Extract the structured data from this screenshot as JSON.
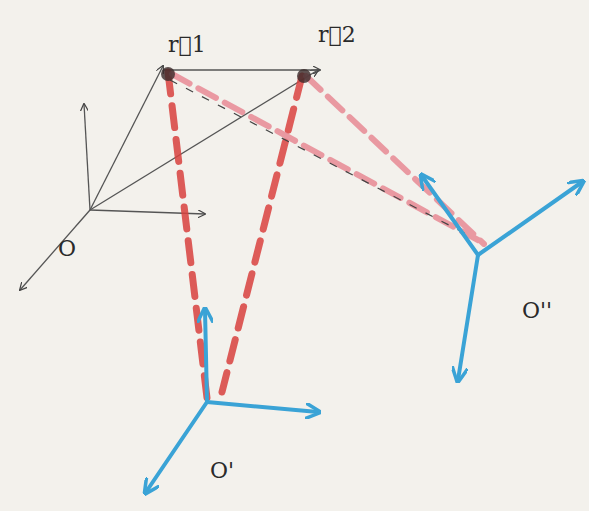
{
  "diagram": {
    "labels": [
      "r⃗1",
      "r⃗2",
      "O",
      "O'",
      "O''"
    ]
  }
}
